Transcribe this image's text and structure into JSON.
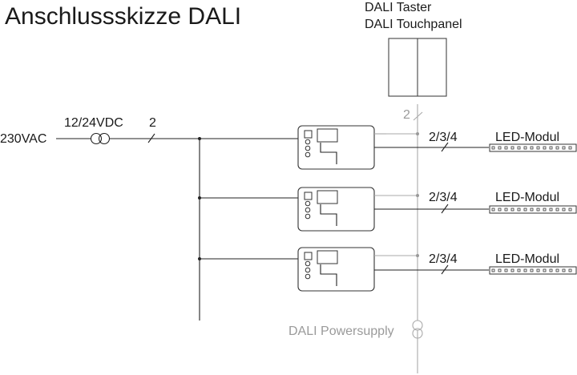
{
  "title": "Anschlussskizze DALI",
  "taster": {
    "line1": "DALI Taster",
    "line2": "DALI Touchpanel",
    "wire_count": "2"
  },
  "supply": {
    "mains_label": "230VAC",
    "transformer_label": "12/24VDC",
    "wire_count": "2"
  },
  "rows": [
    {
      "wire_label": "2/3/4",
      "led_label": "LED-Modul"
    },
    {
      "wire_label": "2/3/4",
      "led_label": "LED-Modul"
    },
    {
      "wire_label": "2/3/4",
      "led_label": "LED-Modul"
    }
  ],
  "dali_power": {
    "label": "DALI Powersupply"
  },
  "colors": {
    "line": "#222222",
    "dali_bus": "#aaaaaa",
    "grey_text": "#9a9a9a"
  }
}
